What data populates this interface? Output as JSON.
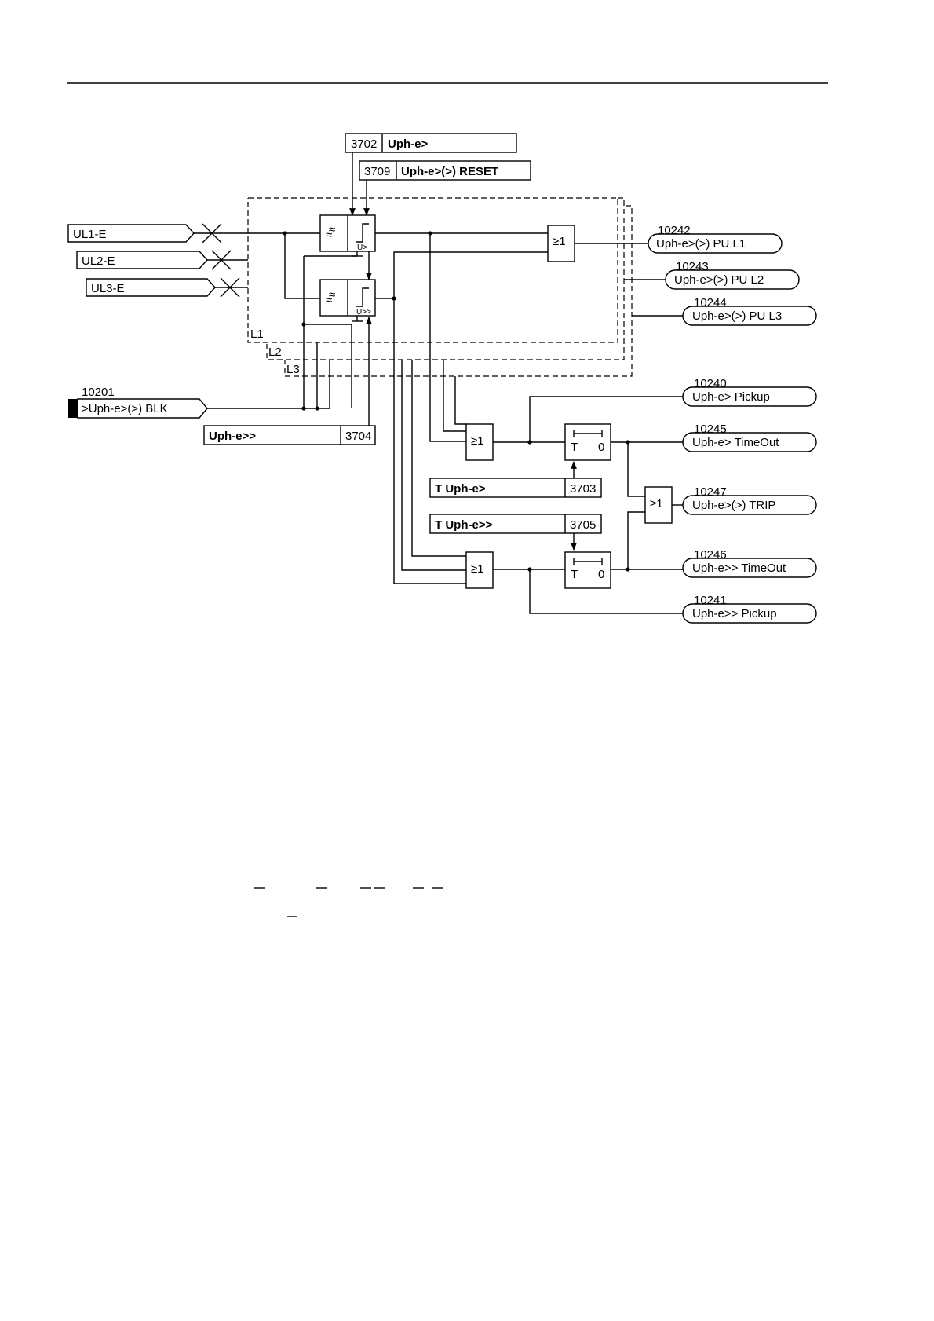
{
  "settings": {
    "s3702": {
      "addr": "3702",
      "name": "Uph-e>"
    },
    "s3709": {
      "addr": "3709",
      "name": "Uph-e>(>) RESET"
    },
    "s3704": {
      "addr": "3704",
      "name": "Uph-e>>"
    },
    "s3703": {
      "addr": "3703",
      "name": "T Uph-e>"
    },
    "s3705": {
      "addr": "3705",
      "name": "T Uph-e>>"
    }
  },
  "inputs": {
    "ul1": "UL1-E",
    "ul2": "UL2-E",
    "ul3": "UL3-E",
    "blk": {
      "no": "10201",
      "label": ">Uph-e>(>) BLK"
    }
  },
  "phases": {
    "l1": "L1",
    "l2": "L2",
    "l3": "L3"
  },
  "blocks": {
    "or_symbol": "≥1",
    "filter_symbol": "≈",
    "threshold_gt": "U>",
    "threshold_gtgt": "U>>",
    "timer_t": "T",
    "timer_0": "0"
  },
  "outputs": [
    {
      "no": "10242",
      "label": "Uph-e>(>) PU L1"
    },
    {
      "no": "10243",
      "label": "Uph-e>(>) PU L2"
    },
    {
      "no": "10244",
      "label": "Uph-e>(>) PU L3"
    },
    {
      "no": "10240",
      "label": "Uph-e> Pickup"
    },
    {
      "no": "10245",
      "label": "Uph-e> TimeOut"
    },
    {
      "no": "10247",
      "label": "Uph-e>(>) TRIP"
    },
    {
      "no": "10246",
      "label": "Uph-e>> TimeOut"
    },
    {
      "no": "10241",
      "label": "Uph-e>> Pickup"
    }
  ]
}
